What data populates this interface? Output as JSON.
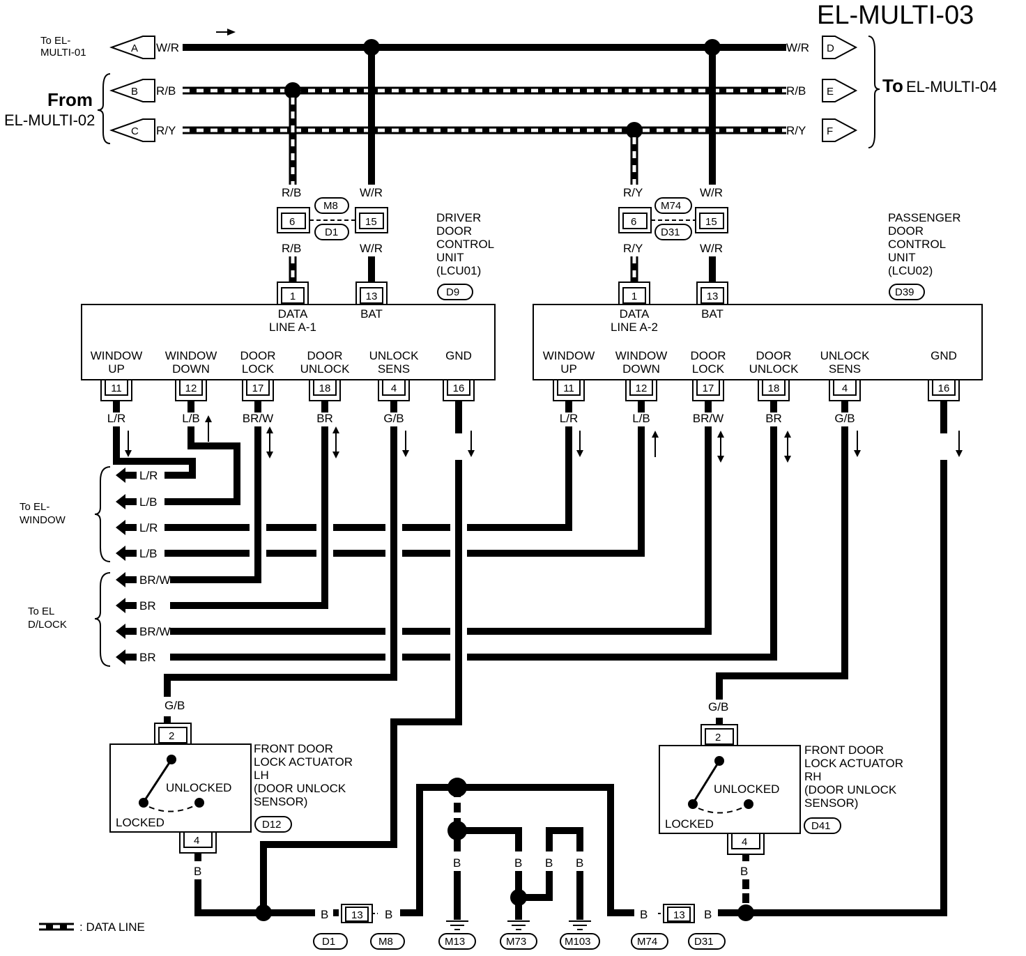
{
  "title": "EL-MULTI-03",
  "offpage": {
    "to_el_multi_01": "To EL-\nMULTI-01",
    "from_label": "From",
    "from_page": "EL-MULTI-02",
    "to_label": "To",
    "to_page": "EL-MULTI-04",
    "to_el_window": "To EL-\nWINDOW",
    "to_el_dlock": "To EL\nD/LOCK"
  },
  "connectors_top": {
    "left": [
      "A",
      "B",
      "C"
    ],
    "right": [
      "D",
      "E",
      "F"
    ],
    "wire_colors": [
      "W/R",
      "R/B",
      "R/Y"
    ]
  },
  "driver_unit": {
    "title": "DRIVER\nDOOR\nCONTROL\nUNIT\n(LCU01)",
    "connector": "D9",
    "harness_top": "M8",
    "harness_bottom": "D1",
    "pins_top": [
      {
        "pin": "1",
        "label": "DATA\nLINE A-1",
        "wire_in": "R/B",
        "join_pin": "6",
        "wire_top": "R/B"
      },
      {
        "pin": "13",
        "label": "BAT",
        "wire_in": "W/R",
        "join_pin": "15",
        "wire_top": "W/R"
      }
    ],
    "pins_bottom": [
      {
        "pin": "11",
        "label": "WINDOW\nUP",
        "wire": "L/R"
      },
      {
        "pin": "12",
        "label": "WINDOW\nDOWN",
        "wire": "L/B"
      },
      {
        "pin": "17",
        "label": "DOOR\nLOCK",
        "wire": "BR/W"
      },
      {
        "pin": "18",
        "label": "DOOR\nUNLOCK",
        "wire": "BR"
      },
      {
        "pin": "4",
        "label": "UNLOCK\nSENS",
        "wire": "G/B"
      },
      {
        "pin": "16",
        "label": "GND",
        "wire": "B"
      }
    ]
  },
  "passenger_unit": {
    "title": "PASSENGER\nDOOR\nCONTROL\nUNIT\n(LCU02)",
    "connector": "D39",
    "harness_top": "M74",
    "harness_bottom": "D31",
    "pins_top": [
      {
        "pin": "1",
        "label": "DATA\nLINE A-2",
        "wire_in": "R/Y",
        "join_pin": "6",
        "wire_top": "R/Y"
      },
      {
        "pin": "13",
        "label": "BAT",
        "wire_in": "W/R",
        "join_pin": "15",
        "wire_top": "W/R"
      }
    ],
    "pins_bottom": [
      {
        "pin": "11",
        "label": "WINDOW\nUP",
        "wire": "L/R"
      },
      {
        "pin": "12",
        "label": "WINDOW\nDOWN",
        "wire": "L/B"
      },
      {
        "pin": "17",
        "label": "DOOR\nLOCK",
        "wire": "BR/W"
      },
      {
        "pin": "18",
        "label": "DOOR\nUNLOCK",
        "wire": "BR"
      },
      {
        "pin": "4",
        "label": "UNLOCK\nSENS",
        "wire": "G/B"
      },
      {
        "pin": "16",
        "label": "GND",
        "wire": "B"
      }
    ]
  },
  "outputs": {
    "window": [
      "L/R",
      "L/B",
      "L/R",
      "L/B"
    ],
    "dlock": [
      "BR/W",
      "BR",
      "BR/W",
      "BR"
    ]
  },
  "actuator_lh": {
    "title": "FRONT DOOR\nLOCK ACTUATOR\nLH\n(DOOR UNLOCK\nSENSOR)",
    "connector": "D12",
    "pin_top": "2",
    "pin_bottom": "4",
    "wire_top": "G/B",
    "wire_bottom": "B",
    "unlocked": "UNLOCKED",
    "locked": "LOCKED"
  },
  "actuator_rh": {
    "title": "FRONT DOOR\nLOCK ACTUATOR\nRH\n(DOOR UNLOCK\nSENSOR)",
    "connector": "D41",
    "pin_top": "2",
    "pin_bottom": "4",
    "wire_top": "G/B",
    "wire_bottom": "B",
    "unlocked": "UNLOCKED",
    "locked": "LOCKED"
  },
  "ground": {
    "wire": "B",
    "joint_pin": "13",
    "connectors": [
      "D1",
      "M8",
      "M13",
      "M73",
      "M103",
      "M74",
      "D31"
    ]
  },
  "legend": ": DATA LINE"
}
